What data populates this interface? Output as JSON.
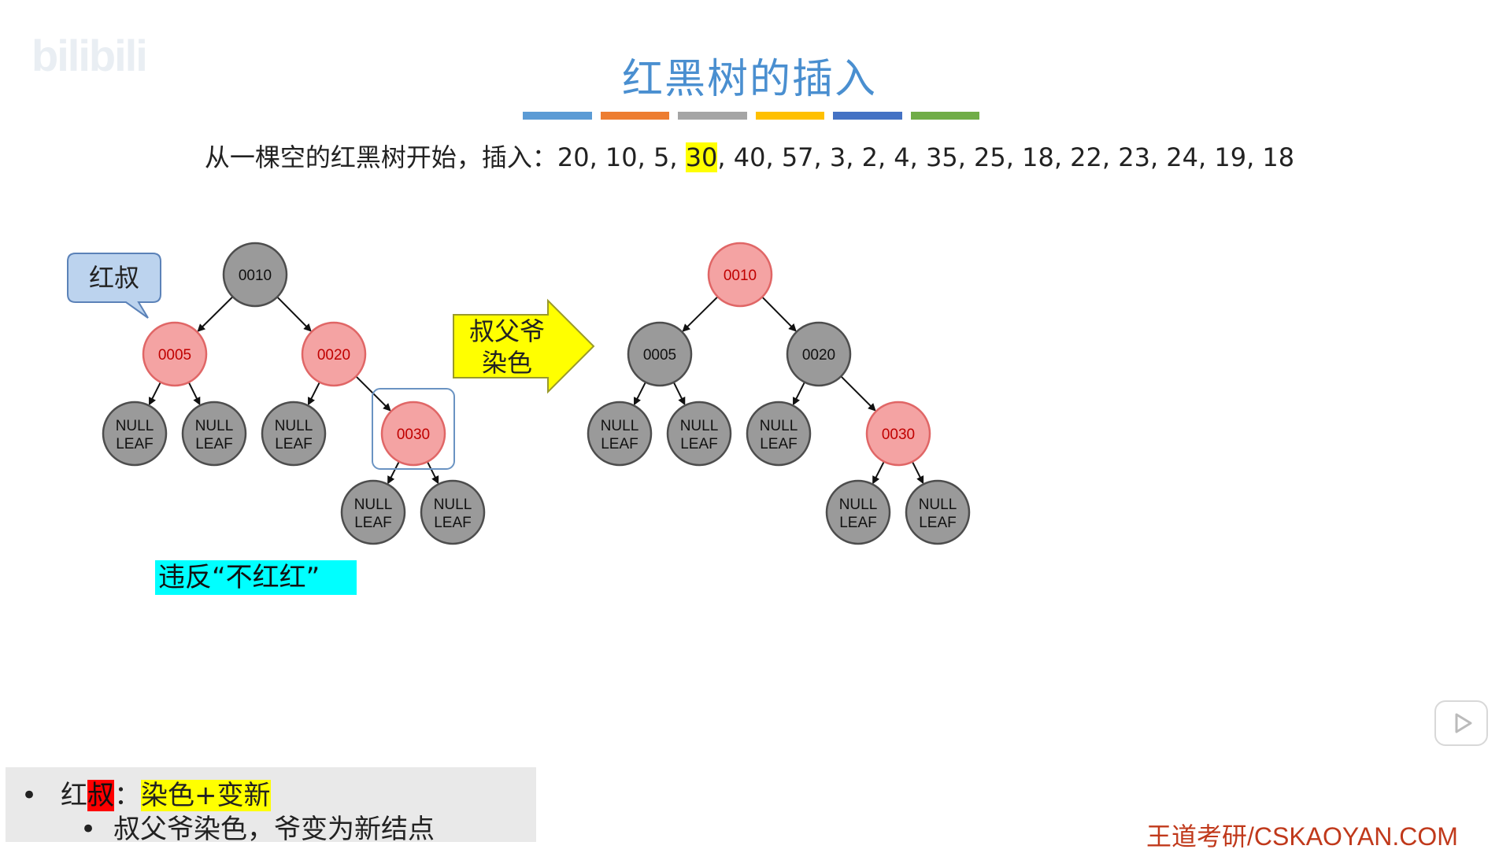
{
  "watermark": "bilibili",
  "title": "红黑树的插入",
  "color_bars": [
    "#5b9bd5",
    "#ed7d31",
    "#a5a5a5",
    "#ffc000",
    "#4472c4",
    "#70ad47"
  ],
  "sequence": {
    "prefix": "从一棵空的红黑树开始，插入：",
    "before": "20, 10, 5, ",
    "highlight": "30",
    "after": ", 40, 57, 3, 2, 4, 35, 25, 18, 22, 23, 24, 19, 18"
  },
  "callout": {
    "text": "红叔"
  },
  "arrow": {
    "line1": "叔父爷",
    "line2": "染色"
  },
  "violation": "违反“不红红”",
  "node_colors": {
    "red": "#f4a3a3",
    "red_stroke": "#e06666",
    "black": "#9a9a9a",
    "black_stroke": "#4d4d4d",
    "red_text": "#c00000",
    "black_text": "#111111"
  },
  "trees": {
    "before": {
      "nodes": [
        {
          "id": "n10",
          "label": "0010",
          "color": "black"
        },
        {
          "id": "n5",
          "label": "0005",
          "color": "red"
        },
        {
          "id": "n20",
          "label": "0020",
          "color": "red"
        },
        {
          "id": "l1",
          "label1": "NULL",
          "label2": "LEAF",
          "color": "black"
        },
        {
          "id": "l2",
          "label1": "NULL",
          "label2": "LEAF",
          "color": "black"
        },
        {
          "id": "l3",
          "label1": "NULL",
          "label2": "LEAF",
          "color": "black"
        },
        {
          "id": "n30",
          "label": "0030",
          "color": "red"
        },
        {
          "id": "l4",
          "label1": "NULL",
          "label2": "LEAF",
          "color": "black"
        },
        {
          "id": "l5",
          "label1": "NULL",
          "label2": "LEAF",
          "color": "black"
        }
      ]
    },
    "after": {
      "nodes": [
        {
          "id": "n10",
          "label": "0010",
          "color": "red"
        },
        {
          "id": "n5",
          "label": "0005",
          "color": "black"
        },
        {
          "id": "n20",
          "label": "0020",
          "color": "black"
        },
        {
          "id": "l1",
          "label1": "NULL",
          "label2": "LEAF",
          "color": "black"
        },
        {
          "id": "l2",
          "label1": "NULL",
          "label2": "LEAF",
          "color": "black"
        },
        {
          "id": "l3",
          "label1": "NULL",
          "label2": "LEAF",
          "color": "black"
        },
        {
          "id": "n30",
          "label": "0030",
          "color": "red"
        },
        {
          "id": "l4",
          "label1": "NULL",
          "label2": "LEAF",
          "color": "black"
        },
        {
          "id": "l5",
          "label1": "NULL",
          "label2": "LEAF",
          "color": "black"
        }
      ]
    }
  },
  "notes": {
    "row1_prefix": "红",
    "row1_red": "叔",
    "row1_colon": "：",
    "row1_yellow": "染色+变新",
    "row2": "叔父爷染色，爷变为新结点",
    "bullet": "•"
  },
  "footer_brand": "王道考研/CSKAOYAN.COM"
}
